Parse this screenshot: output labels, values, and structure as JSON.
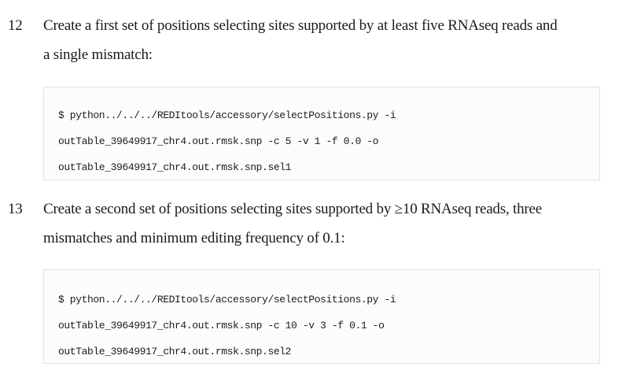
{
  "page": {
    "background_color": "#ffffff",
    "text_color": "#1a1a1a",
    "code_text_color": "#1c1c1c",
    "code_box_border_color": "#e2e2e2",
    "code_box_background_color": "#fcfcfc"
  },
  "steps": [
    {
      "number": "12",
      "text_lines": [
        "Create a first set of positions selecting sites supported by at least five RNAseq reads and",
        "a single mismatch:"
      ],
      "code_lines": [
        "$ python../../../REDItools/accessory/selectPositions.py -i",
        "outTable_39649917_chr4.out.rmsk.snp -c 5 -v 1 -f 0.0 -o",
        "outTable_39649917_chr4.out.rmsk.snp.sel1"
      ]
    },
    {
      "number": "13",
      "text_lines": [
        "Create a second set of positions selecting sites supported by ≥10 RNAseq reads, three",
        "mismatches and minimum editing frequency of 0.1:"
      ],
      "code_lines": [
        "$ python../../../REDItools/accessory/selectPositions.py -i",
        "outTable_39649917_chr4.out.rmsk.snp -c 10 -v 3 -f 0.1 -o",
        "outTable_39649917_chr4.out.rmsk.snp.sel2"
      ]
    }
  ]
}
